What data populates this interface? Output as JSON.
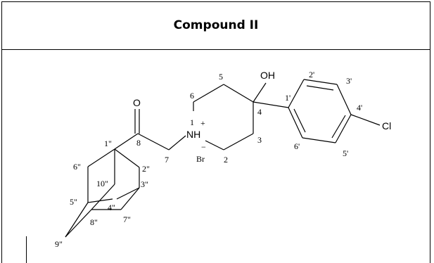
{
  "title": "Compound II",
  "atoms": {
    "oh": "OH",
    "o": "O",
    "nh": "NH",
    "plus": "+",
    "minus": "−",
    "br": "Br",
    "cl": "Cl"
  },
  "locants": {
    "n1": "1",
    "c2": "2",
    "c3": "3",
    "c4": "4",
    "c5": "5",
    "c6": "6",
    "c7": "7",
    "c8": "8",
    "a1": "1'",
    "a2": "2'",
    "a3": "3'",
    "a4": "4'",
    "a5": "5'",
    "a6": "6'",
    "d1": "1\"",
    "d2": "2\"",
    "d3": "3\"",
    "d4": "4\"",
    "d5": "5\"",
    "d6": "6\"",
    "d7": "7\"",
    "d8": "8\"",
    "d9": "9\"",
    "d10": "10\""
  }
}
